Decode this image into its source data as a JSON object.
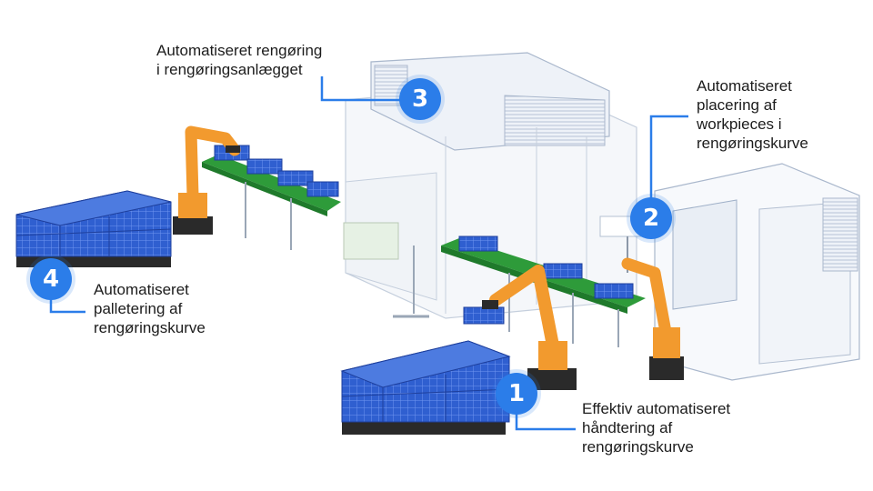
{
  "colors": {
    "accent": "#2b7de9",
    "conveyor": "#2e9b3a",
    "robot": "#f29a2e",
    "crate": "#2f5fd0",
    "machine_line": "#9fb0c8"
  },
  "callouts": [
    {
      "number": "1",
      "lines": [
        "Effektiv automatiseret",
        "håndtering af",
        "rengøringskurve"
      ]
    },
    {
      "number": "2",
      "lines": [
        "Automatiseret",
        "placering af",
        "workpieces i",
        "rengøringskurve"
      ]
    },
    {
      "number": "3",
      "lines": [
        "Automatiseret rengøring",
        "i rengøringsanlægget"
      ]
    },
    {
      "number": "4",
      "lines": [
        "Automatiseret",
        "palletering af",
        "rengøringskurve"
      ]
    }
  ]
}
